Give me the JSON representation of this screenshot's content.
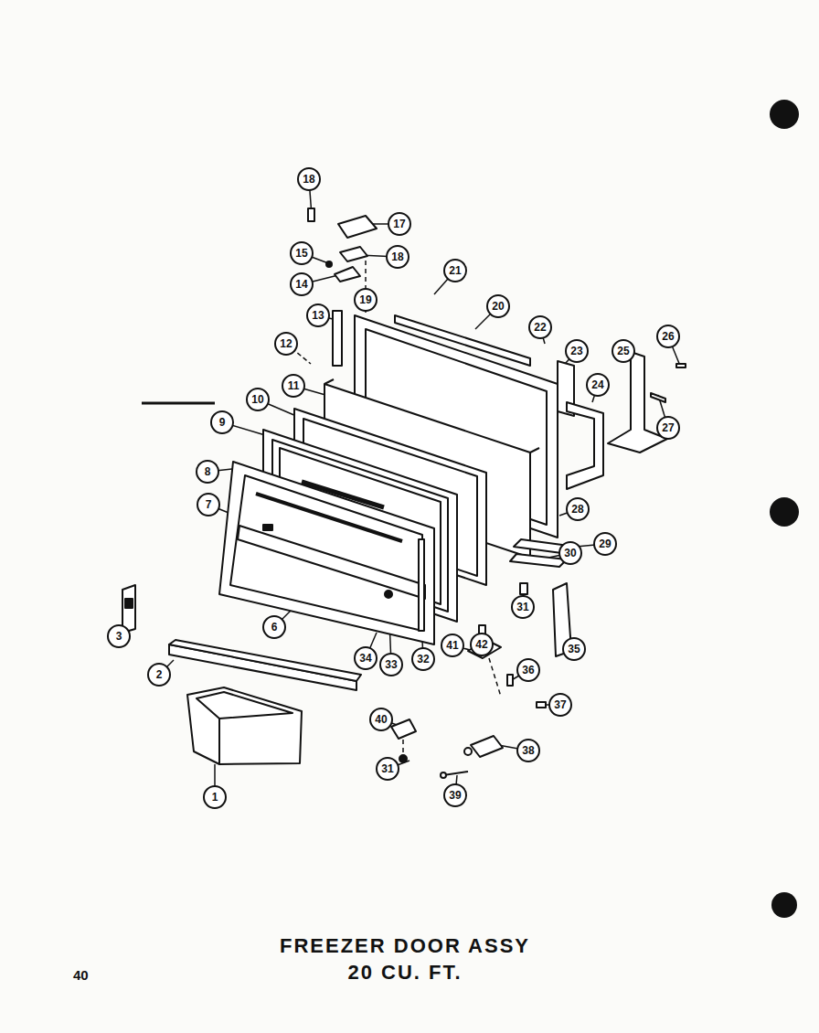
{
  "diagram": {
    "title": "FREEZER DOOR ASSY 20 CU. FT.",
    "nodes": [
      {
        "text": [
          "18"
        ]
      },
      {
        "text": [
          "17"
        ]
      },
      {
        "text": [
          "18"
        ]
      },
      {
        "text": [
          "15"
        ]
      },
      {
        "text": [
          "14"
        ]
      },
      {
        "text": [
          "13"
        ]
      },
      {
        "text": [
          "19"
        ]
      },
      {
        "text": [
          "21"
        ]
      },
      {
        "text": [
          "20"
        ]
      },
      {
        "text": [
          "22"
        ]
      },
      {
        "text": [
          "12"
        ]
      },
      {
        "text": [
          "11"
        ]
      },
      {
        "text": [
          "23"
        ]
      },
      {
        "text": [
          "25"
        ]
      },
      {
        "text": [
          "26"
        ]
      },
      {
        "text": [
          "10"
        ]
      },
      {
        "text": [
          "24"
        ]
      },
      {
        "text": [
          "27"
        ]
      },
      {
        "text": [
          "9"
        ]
      },
      {
        "text": [
          "8"
        ]
      },
      {
        "text": [
          "7"
        ]
      },
      {
        "text": [
          "28"
        ]
      },
      {
        "text": [
          "29"
        ]
      },
      {
        "text": [
          "30"
        ]
      },
      {
        "text": [
          "31"
        ]
      },
      {
        "text": [
          "35"
        ]
      },
      {
        "text": [
          "3"
        ]
      },
      {
        "text": [
          "2"
        ]
      },
      {
        "text": [
          "6"
        ]
      },
      {
        "text": [
          "34"
        ]
      },
      {
        "text": [
          "33"
        ]
      },
      {
        "text": [
          "32"
        ]
      },
      {
        "text": [
          "42"
        ]
      },
      {
        "text": [
          "41"
        ]
      },
      {
        "text": [
          "36"
        ]
      },
      {
        "text": [
          "37"
        ]
      },
      {
        "text": [
          "40"
        ]
      },
      {
        "text": [
          "38"
        ]
      },
      {
        "text": [
          "31"
        ]
      },
      {
        "text": [
          "39"
        ]
      },
      {
        "text": [
          "1"
        ]
      }
    ],
    "labels": [
      "40"
    ]
  }
}
